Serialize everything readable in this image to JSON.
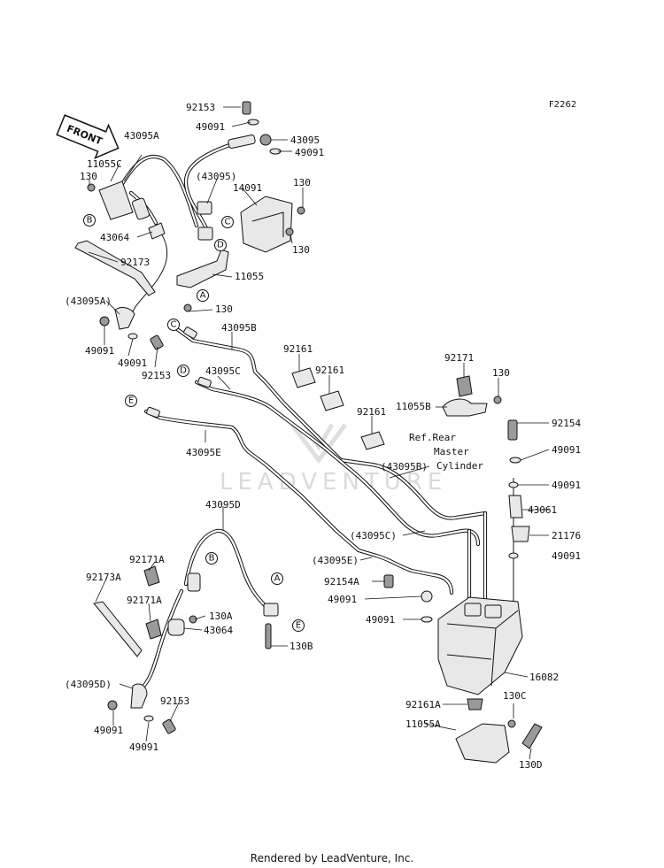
{
  "diagram_code": "F2262",
  "front_arrow_text": "FRONT",
  "watermark": "LEADVENTURE",
  "reference_text": [
    "Ref.Rear",
    "Master",
    "Cylinder"
  ],
  "footer": "Rendered by LeadVenture, Inc.",
  "labels": [
    "92153",
    "49091",
    "43095",
    "49091",
    "43095A",
    "11055C",
    "130",
    "(43095)",
    "14091",
    "130",
    "43064",
    "130",
    "92173",
    "11055",
    "(43095A)",
    "130",
    "49091",
    "49091",
    "92153",
    "43095B",
    "92161",
    "92161",
    "43095C",
    "92171",
    "130",
    "11055B",
    "92161",
    "92154",
    "43095E",
    "(43095B)",
    "49091",
    "49091",
    "43061",
    "43095D",
    "(43095C)",
    "21176",
    "92171A",
    "(43095E)",
    "49091",
    "92173A",
    "92154A",
    "92171A",
    "130A",
    "49091",
    "43064",
    "49091",
    "130B",
    "(43095D)",
    "16082",
    "92153",
    "92161A",
    "130C",
    "49091",
    "49091",
    "11055A",
    "130D"
  ],
  "circle_markers": [
    "B",
    "C",
    "D",
    "A",
    "C",
    "D",
    "E",
    "B",
    "A",
    "E"
  ]
}
